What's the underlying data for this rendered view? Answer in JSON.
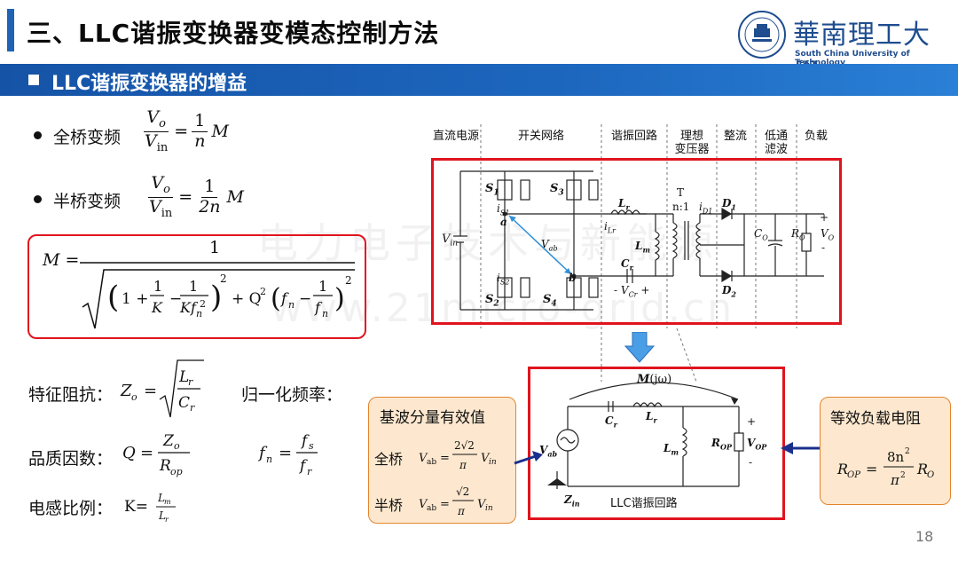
{
  "header": {
    "title": "三、LLC谐振变换器变模态控制方法",
    "subtitle": "LLC谐振变换器的增益",
    "university_cn": "華南理工大學",
    "university_en": "South China University of Technology"
  },
  "formulas": {
    "full_bridge_label": "全桥变频",
    "half_bridge_label": "半桥变频",
    "Vo": "V",
    "Vo_sub": "o",
    "Vin": "V",
    "Vin_sub": "in",
    "one": "1",
    "n": "n",
    "two_n": "2n",
    "M": "M",
    "eq": "=",
    "M_eq_label": "M =",
    "M_numerator": "1",
    "char_impedance_label": "特征阻抗：",
    "normalized_freq_label": "归一化频率：",
    "quality_label": "品质因数：",
    "inductance_ratio_label": "电感比例：",
    "K_eq": "K="
  },
  "circuit": {
    "sections": [
      "直流电源",
      "开关网络",
      "谐振回路",
      "理想\n变压器",
      "整流",
      "低通\n滤波",
      "负载"
    ],
    "labels": {
      "Vin": "V",
      "Vin_sub": "in",
      "S1": "S",
      "S1_sub": "1",
      "S2": "S",
      "S2_sub": "2",
      "S3": "S",
      "S3_sub": "3",
      "S4": "S",
      "S4_sub": "4",
      "iS1": "i",
      "iS1_sub": "S1",
      "iS2": "i",
      "iS2_sub": "S2",
      "a": "a",
      "b": "b",
      "Vab": "V",
      "Vab_sub": "ab",
      "iLr": "i",
      "iLr_sub": "Lr",
      "Lr": "L",
      "Lr_sub": "r",
      "Lm": "L",
      "Lm_sub": "m",
      "Cr": "C",
      "Cr_sub": "r",
      "VCr": "V",
      "VCr_sub": "Cr",
      "T": "T",
      "ratio": "n:1",
      "iD1": "i",
      "iD1_sub": "D1",
      "D1": "D",
      "D1_sub": "1",
      "D2": "D",
      "D2_sub": "2",
      "Co": "C",
      "Co_sub": "O",
      "Ro": "R",
      "Ro_sub": "O",
      "Vo": "V",
      "Vo_sub": "O",
      "plus": "+",
      "minus": "-"
    }
  },
  "equivalent": {
    "M_jw": "M",
    "jw": "(jω)",
    "Cr": "C",
    "Cr_sub": "r",
    "Lr": "L",
    "Lr_sub": "r",
    "Lm": "L",
    "Lm_sub": "m",
    "Vab": "V",
    "Vab_sub": "ab",
    "Rop": "R",
    "Rop_sub": "OP",
    "Vop": "V",
    "Vop_sub": "OP",
    "Zin": "Z",
    "Zin_sub": "in",
    "caption": "LLC谐振回路",
    "plus": "+",
    "minus": "-"
  },
  "callouts": {
    "fundamental_title": "基波分量有效值",
    "full_bridge": "全桥",
    "half_bridge": "半桥",
    "load_title": "等效负载电阻"
  },
  "watermark": {
    "line1": "电力电子技术与新能源",
    "line2": "www.21micro-grid.cn"
  },
  "page_number": "18",
  "colors": {
    "accent_blue": "#1f63b5",
    "box_red": "#e0141e",
    "callout_fill": "#fde8cf",
    "callout_border": "#e3842b",
    "arrow_blue": "#1a2f8c"
  }
}
